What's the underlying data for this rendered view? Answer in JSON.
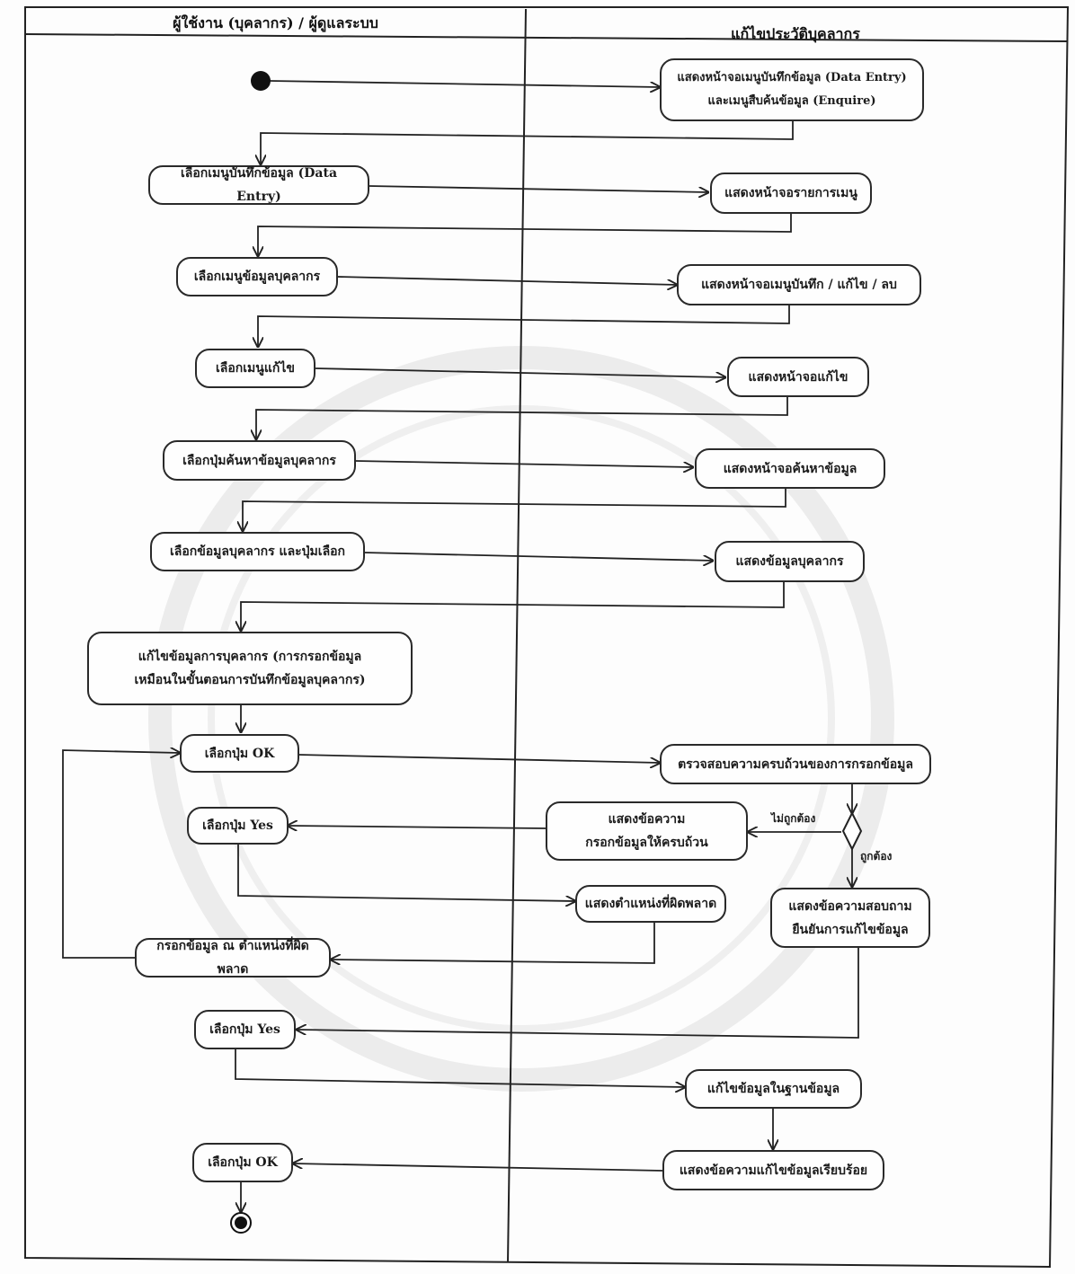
{
  "lanes": {
    "left_title": "ผู้ใช้งาน (บุคลากร) / ผู้ดูแลระบบ",
    "right_title": "แก้ไขประวัติบุคลากร"
  },
  "nodes": {
    "r_show_entry_menu": "แสดงหน้าจอเมนูบันทึกข้อมูล (Data Entry)\nและเมนูสืบค้นข้อมูล (Enquire)",
    "l_select_data_entry": "เลือกเมนูบันทึกข้อมูล (Data Entry)",
    "r_show_menu_list": "แสดงหน้าจอรายการเมนู",
    "l_select_personnel_menu": "เลือกเมนูข้อมูลบุคลากร",
    "r_show_save_edit_delete": "แสดงหน้าจอเมนูบันทึก / แก้ไข / ลบ",
    "l_select_edit_menu": "เลือกเมนูแก้ไข",
    "r_show_edit_screen": "แสดงหน้าจอแก้ไข",
    "l_select_search_button": "เลือกปุ่มค้นหาข้อมูลบุคลากร",
    "r_show_search_screen": "แสดงหน้าจอค้นหาข้อมูล",
    "l_select_personnel_and_choose": "เลือกข้อมูลบุคลากร และปุ่มเลือก",
    "r_show_personnel_data": "แสดงข้อมูลบุคลากร",
    "l_edit_personnel_data": "แก้ไขข้อมูลการบุคลากร (การกรอกข้อมูล\nเหมือนในขั้นตอนการบันทึกข้อมูลบุคลากร)",
    "l_select_ok_1": "เลือกปุ่ม OK",
    "r_check_completeness": "ตรวจสอบความครบถ้วนของการกรอกข้อมูล",
    "r_show_message_incomplete": "แสดงข้อความ\nกรอกข้อมูลให้ครบถ้วน",
    "l_select_yes_1": "เลือกปุ่ม Yes",
    "r_show_error_position": "แสดงตำแหน่งที่ผิดพลาด",
    "l_fill_error_position": "กรอกข้อมูล ณ ตำแหน่งที่ผิดพลาด",
    "r_confirm_edit": "แสดงข้อความสอบถาม\nยืนยันการแก้ไขข้อมูล",
    "l_select_yes_2": "เลือกปุ่ม Yes",
    "r_edit_database": "แก้ไขข้อมูลในฐานข้อมูล",
    "r_show_edit_success": "แสดงข้อความแก้ไขข้อมูลเรียบร้อย",
    "l_select_ok_2": "เลือกปุ่ม OK"
  },
  "guards": {
    "incorrect": "ไม่ถูกต้อง",
    "correct": "ถูกต้อง"
  },
  "colors": {
    "line": "#222222",
    "node_border": "#2a2a2a",
    "watermark": "#a0a0a0"
  }
}
